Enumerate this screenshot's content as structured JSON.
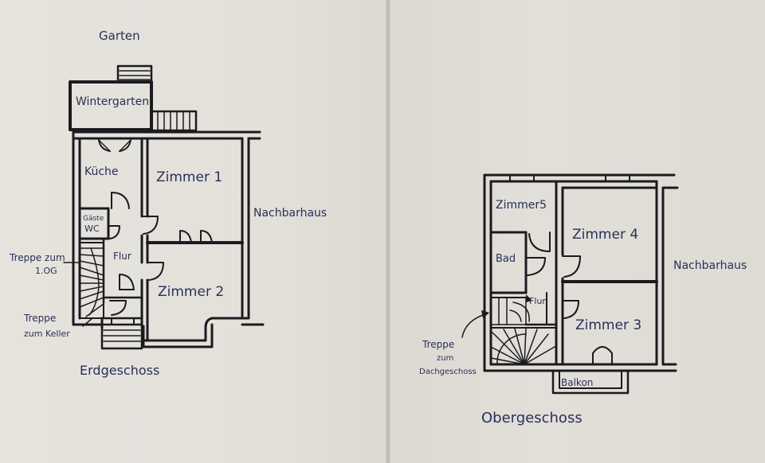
{
  "erdgeschoss": {
    "title": "Erdgeschoss",
    "garden": "Garten",
    "neighbor": "Nachbarhaus",
    "rooms": {
      "wintergarten": "Wintergarten",
      "kueche": "Küche",
      "zimmer1": "Zimmer 1",
      "zimmer2": "Zimmer 2",
      "gaeste_wc_line1": "Gäste",
      "gaeste_wc_line2": "WC",
      "flur": "Flur"
    },
    "stairs": {
      "up_line1": "Treppe zum",
      "up_line2": "1.OG",
      "down_line1": "Treppe",
      "down_line2": "zum Keller"
    }
  },
  "obergeschoss": {
    "title": "Obergeschoss",
    "neighbor": "Nachbarhaus",
    "rooms": {
      "zimmer5": "Zimmer5",
      "zimmer4": "Zimmer 4",
      "zimmer3": "Zimmer 3",
      "bad": "Bad",
      "flur": "Flur",
      "balkon": "Balkon"
    },
    "stairs": {
      "line1": "Treppe",
      "line2": "zum",
      "line3": "Dachgeschoss"
    }
  }
}
